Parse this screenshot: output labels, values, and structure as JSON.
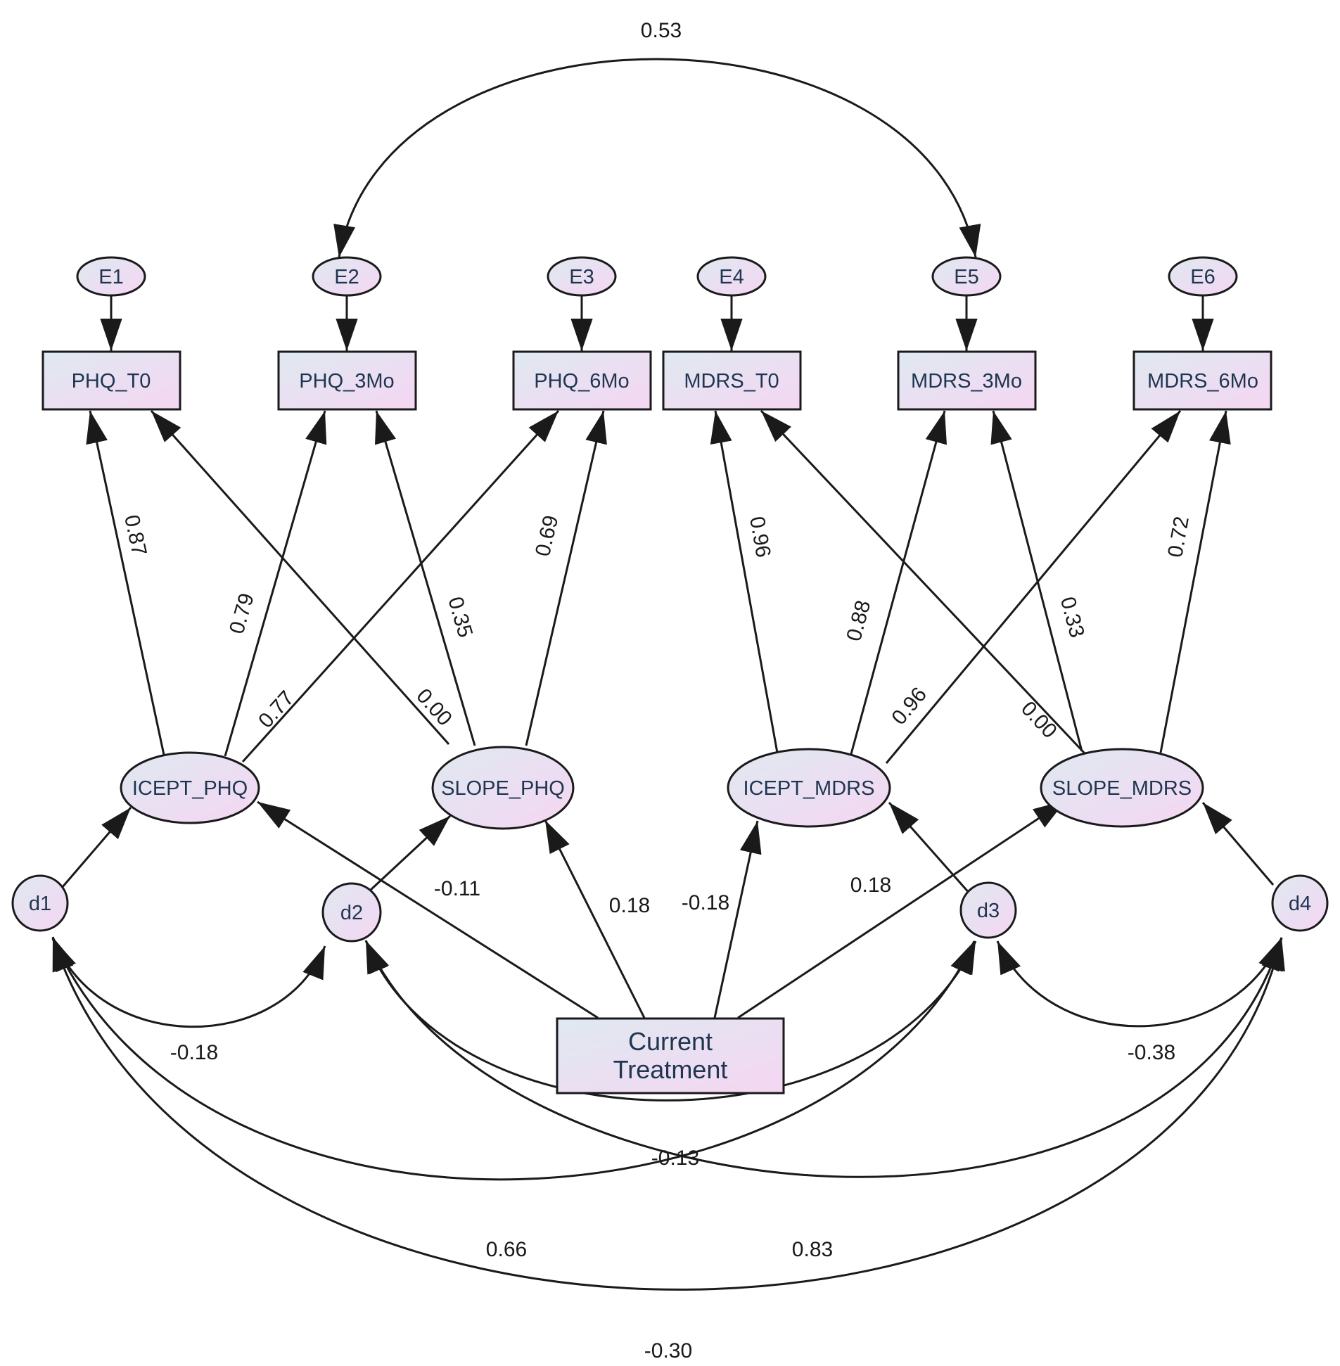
{
  "nodes": {
    "E1": "E1",
    "E2": "E2",
    "E3": "E3",
    "E4": "E4",
    "E5": "E5",
    "E6": "E6",
    "PHQ_T0": "PHQ_T0",
    "PHQ_3Mo": "PHQ_3Mo",
    "PHQ_6Mo": "PHQ_6Mo",
    "MDRS_T0": "MDRS_T0",
    "MDRS_3Mo": "MDRS_3Mo",
    "MDRS_6Mo": "MDRS_6Mo",
    "ICEPT_PHQ": "ICEPT_PHQ",
    "SLOPE_PHQ": "SLOPE_PHQ",
    "ICEPT_MDRS": "ICEPT_MDRS",
    "SLOPE_MDRS": "SLOPE_MDRS",
    "d1": "d1",
    "d2": "d2",
    "d3": "d3",
    "d4": "d4",
    "treatment_line1": "Current",
    "treatment_line2": "Treatment"
  },
  "coefficients": {
    "e2_e5": "0.53",
    "icept_phq_t0": "0.87",
    "icept_phq_3mo": "0.79",
    "icept_phq_6mo": "0.77",
    "slope_phq_t0": "0.00",
    "slope_phq_3mo": "0.35",
    "slope_phq_6mo": "0.69",
    "icept_mdrs_t0": "0.96",
    "icept_mdrs_3mo": "0.88",
    "icept_mdrs_6mo": "0.96",
    "slope_mdrs_t0": "0.00",
    "slope_mdrs_3mo": "0.33",
    "slope_mdrs_6mo": "0.72",
    "treat_icept_phq": "-0.11",
    "treat_slope_phq": "0.18",
    "treat_icept_mdrs": "-0.18",
    "treat_slope_mdrs": "0.18",
    "d1_d2": "-0.18",
    "d3_d4": "-0.38",
    "d2_d3": "-0.13",
    "d1_d3": "0.66",
    "d2_d4": "0.83",
    "d1_d4": "-0.30"
  },
  "colors": {
    "node_fill_start": "#dfe9f1",
    "node_fill_end": "#f5d6f2",
    "stroke": "#1a1a1a"
  }
}
